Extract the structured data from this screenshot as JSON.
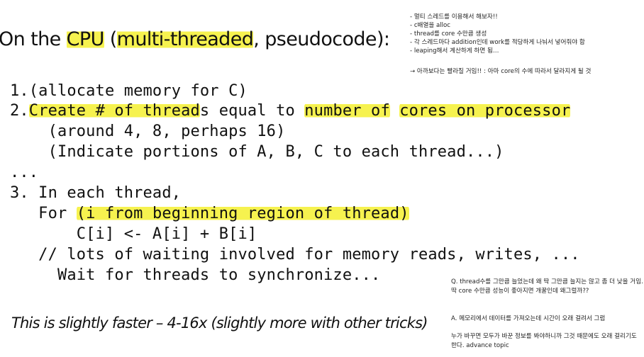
{
  "title": {
    "prefix": "On the ",
    "cpu": "CPU",
    "paren_open": " (",
    "multi": "multi-threaded",
    "rest": ", pseudocode):"
  },
  "code": {
    "line1": "1.(allocate memory for C)",
    "line2_num": "2.",
    "line2_hl1": "Create # of thread",
    "line2_mid1": "s equal to ",
    "line2_hl2": "number of",
    "line2_mid2": " ",
    "line2_hl3": "cores on processor",
    "line3": "    (around 4, 8, perhaps 16)",
    "line4": "    (Indicate portions of A, B, C to each thread...)",
    "line5": "...",
    "line6": "3. In each thread,",
    "line7_pre": "   For ",
    "line7_hl": "(i from beginning region of thread)",
    "line8": "       C[i] <- A[i] + B[i]",
    "line9": "   // lots of waiting involved for memory reads, writes, ...",
    "line10": "     Wait for threads to synchronize..."
  },
  "summary": "This is slightly faster – 4-16x (slightly more with other tricks)",
  "notes_top": [
    "- 멀티 스레드를 이용해서 해보자!!",
    "   - c배열을 alloc",
    "   - thread를 core 수만큼 생성",
    "   - 각 스레드마다 addition인데 work를 적당하게 나눠서 넣어줘야 함",
    "   - leaping해서 계산하게 하면 됨…"
  ],
  "note_mid": "→ 아까보다는 빨라질 거임!! : 아마 core의 수에 따라서 달라지게 될 것",
  "notes_bottom": {
    "q": "Q. thread수를 그만큼 늘었는데 왜 딱 그만큼 늘지는 않고 좀 더 낮을 거임. 딱 core 수만큼 성능이 좋아지면 개꿀인데 왜그럴까??",
    "a": "A. 메모리에서 데이터를 가져오는데 시간이 오래 걸려서 그럼",
    "extra": "누가 바꾸면 모두가 바꾼 정보를 봐야하니까 그것 때문에도 오래 걸리기도 한다. advance topic"
  }
}
